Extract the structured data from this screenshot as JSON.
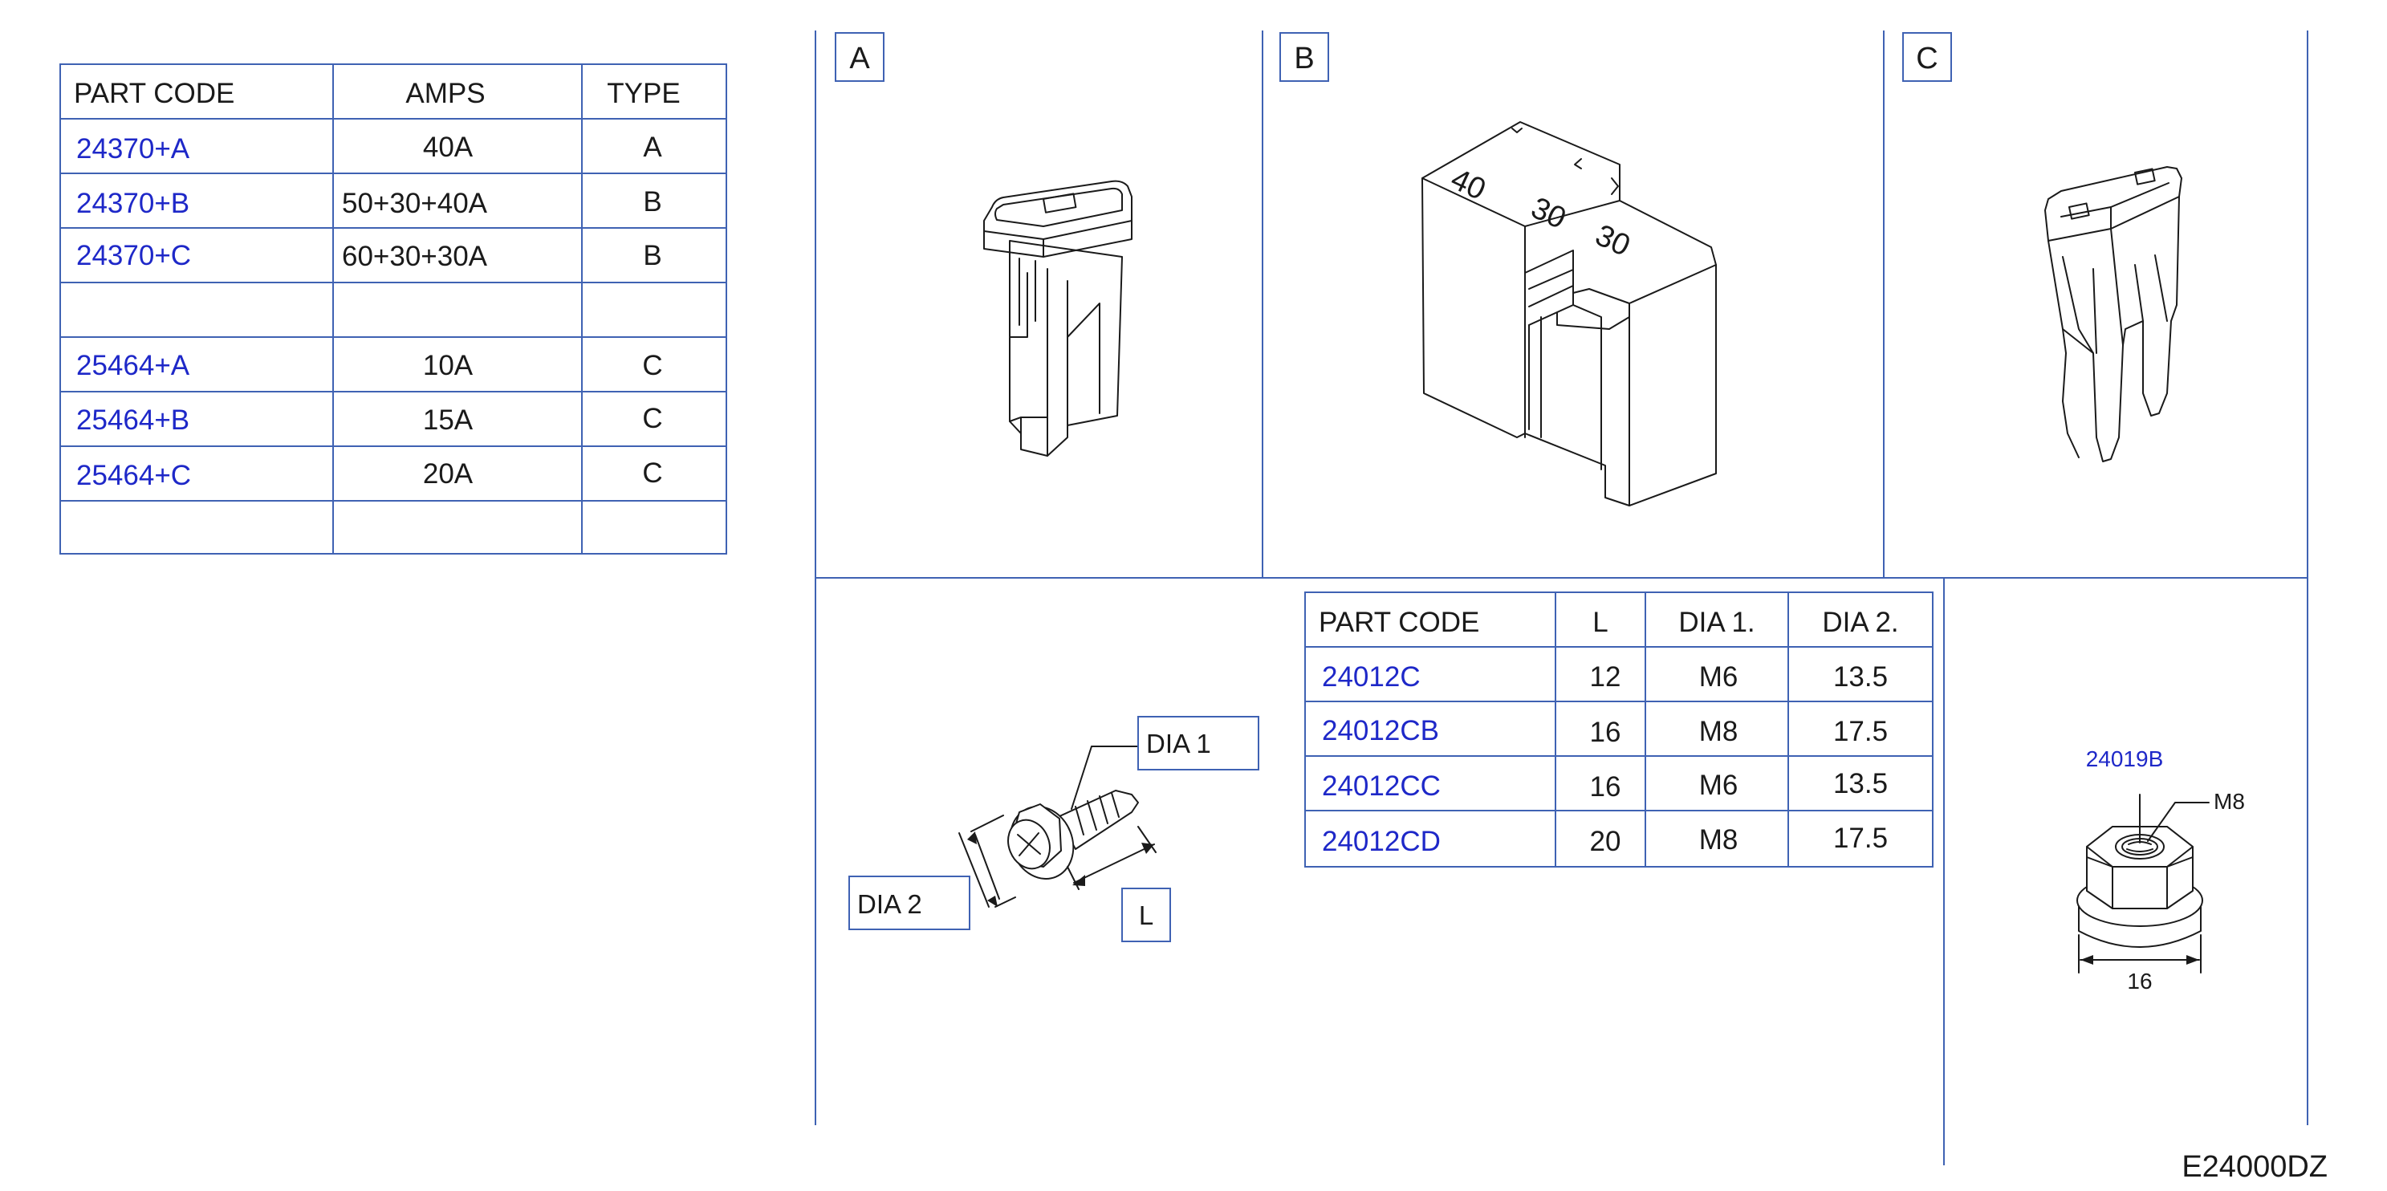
{
  "fuse_table": {
    "headers": [
      "PART  CODE",
      "AMPS",
      "TYPE"
    ],
    "rows": [
      {
        "code": "24370+A",
        "amps": "40A",
        "type": "A"
      },
      {
        "code": "24370+B",
        "amps": "50+30+40A",
        "type": "B"
      },
      {
        "code": "24370+C",
        "amps": "60+30+30A",
        "type": "B"
      },
      {
        "code": "",
        "amps": "",
        "type": ""
      },
      {
        "code": "25464+A",
        "amps": "10A",
        "type": "C"
      },
      {
        "code": "25464+B",
        "amps": "15A",
        "type": "C"
      },
      {
        "code": "25464+C",
        "amps": "20A",
        "type": "C"
      },
      {
        "code": "",
        "amps": "",
        "type": ""
      }
    ]
  },
  "panels": {
    "a_label": "A",
    "b_label": "B",
    "c_label": "C",
    "b_marks": [
      "40",
      "30",
      "30"
    ]
  },
  "bolt_table": {
    "headers": [
      "PART  CODE",
      "L",
      "DIA  1.",
      "DIA  2."
    ],
    "rows": [
      {
        "code": "24012C",
        "l": "12",
        "dia1": "M6",
        "dia2": "13.5"
      },
      {
        "code": "24012CB",
        "l": "16",
        "dia1": "M8",
        "dia2": "17.5"
      },
      {
        "code": "24012CC",
        "l": "16",
        "dia1": "M6",
        "dia2": "13.5"
      },
      {
        "code": "24012CD",
        "l": "20",
        "dia1": "M8",
        "dia2": "17.5"
      }
    ]
  },
  "bolt_callouts": {
    "dia1": "DIA  1",
    "dia2": "DIA  2",
    "l": "L"
  },
  "nut": {
    "code": "24019B",
    "thread": "M8",
    "width": "16"
  },
  "drawing_id": "E24000DZ",
  "colors": {
    "frame": "#3f62b3",
    "part_code": "#1e28c8",
    "ink": "#1a1a1a"
  }
}
